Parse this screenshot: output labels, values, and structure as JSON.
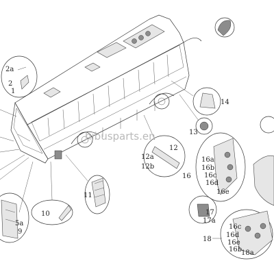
{
  "watermark": "hibusparts.en",
  "labels": {
    "l1": "1",
    "l2": "2",
    "l2a": "2a",
    "l5a": "5a",
    "l9": "9",
    "l10": "10",
    "l11": "11",
    "l12": "12",
    "l12a": "12a",
    "l12b": "12b",
    "l13": "13",
    "l14": "14",
    "l16": "16",
    "l16a": "16a",
    "l16b": "16b",
    "l16c": "16c",
    "l16d": "16d",
    "l16e": "16e",
    "l16c2": "16c",
    "l16d2": "16d",
    "l16e2": "16e",
    "l16b2": "16b",
    "l17": "17",
    "l17a": "17a",
    "l18": "18",
    "l18a": "18a"
  }
}
